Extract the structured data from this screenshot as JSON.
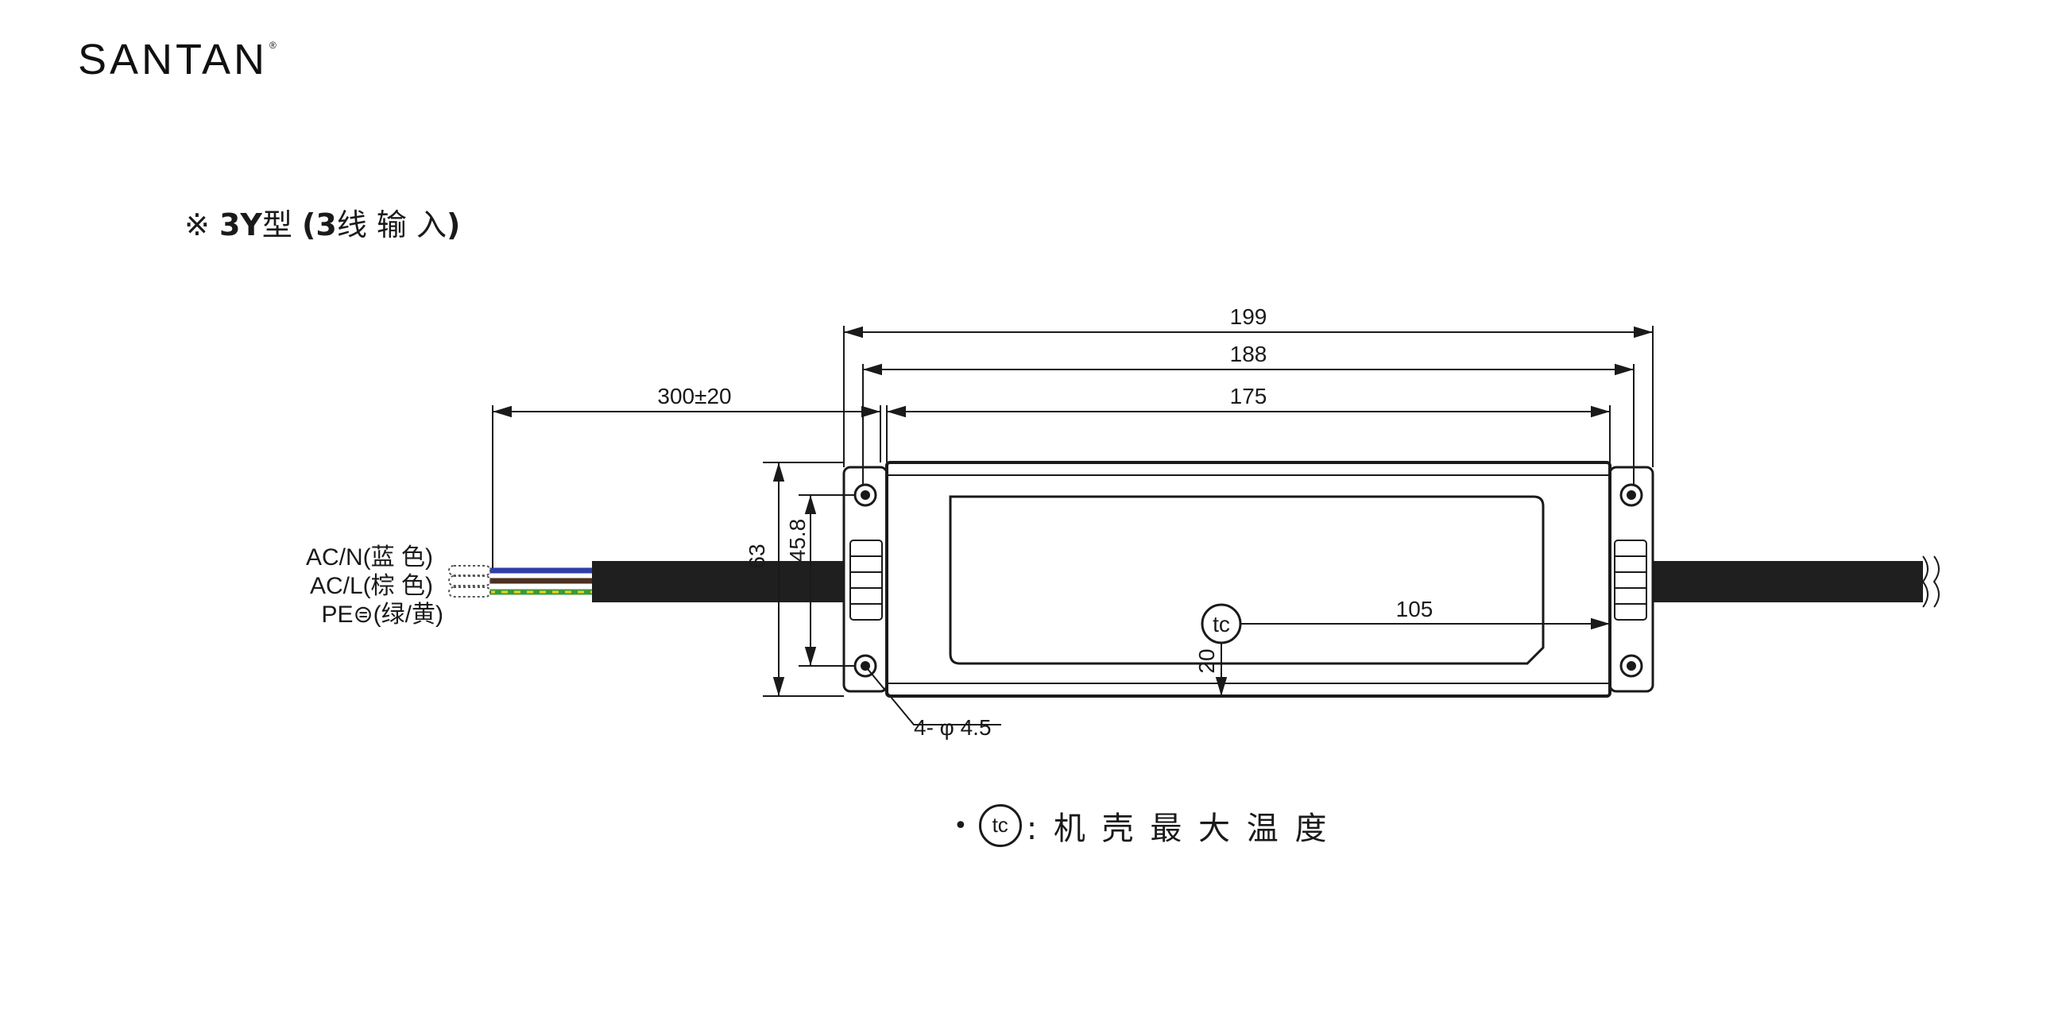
{
  "logo": {
    "text": "SANTAN",
    "mark": "®"
  },
  "section": {
    "symbol": "※",
    "model": "3Y",
    "model_suffix": "型",
    "paren_open": "(",
    "wire_count": "3",
    "desc": "线 输 入",
    "paren_close": ")"
  },
  "dimensions": {
    "overall": "199",
    "bracket": "188",
    "body": "175",
    "cable": "300±20",
    "height": "63",
    "hole_spacing": "45.8",
    "tc_x": "105",
    "tc_y": "20",
    "holes": "4- φ 4.5"
  },
  "wires": [
    {
      "label": "AC/N(蓝 色)",
      "color": "#2f3fa8"
    },
    {
      "label": "AC/L(棕 色)",
      "color": "#4a3020"
    },
    {
      "label": "PE⊜(绿/黄)",
      "color_a": "#3a9a3a",
      "color_b": "#e8d21a"
    }
  ],
  "tc_symbol": "tc",
  "note": {
    "bullet": "•",
    "symbol": "tc",
    "text": ": 机 壳 最 大 温 度"
  },
  "colors": {
    "line": "#1a1a1a",
    "cable": "#1f1f1f",
    "body_fill": "#ffffff"
  }
}
